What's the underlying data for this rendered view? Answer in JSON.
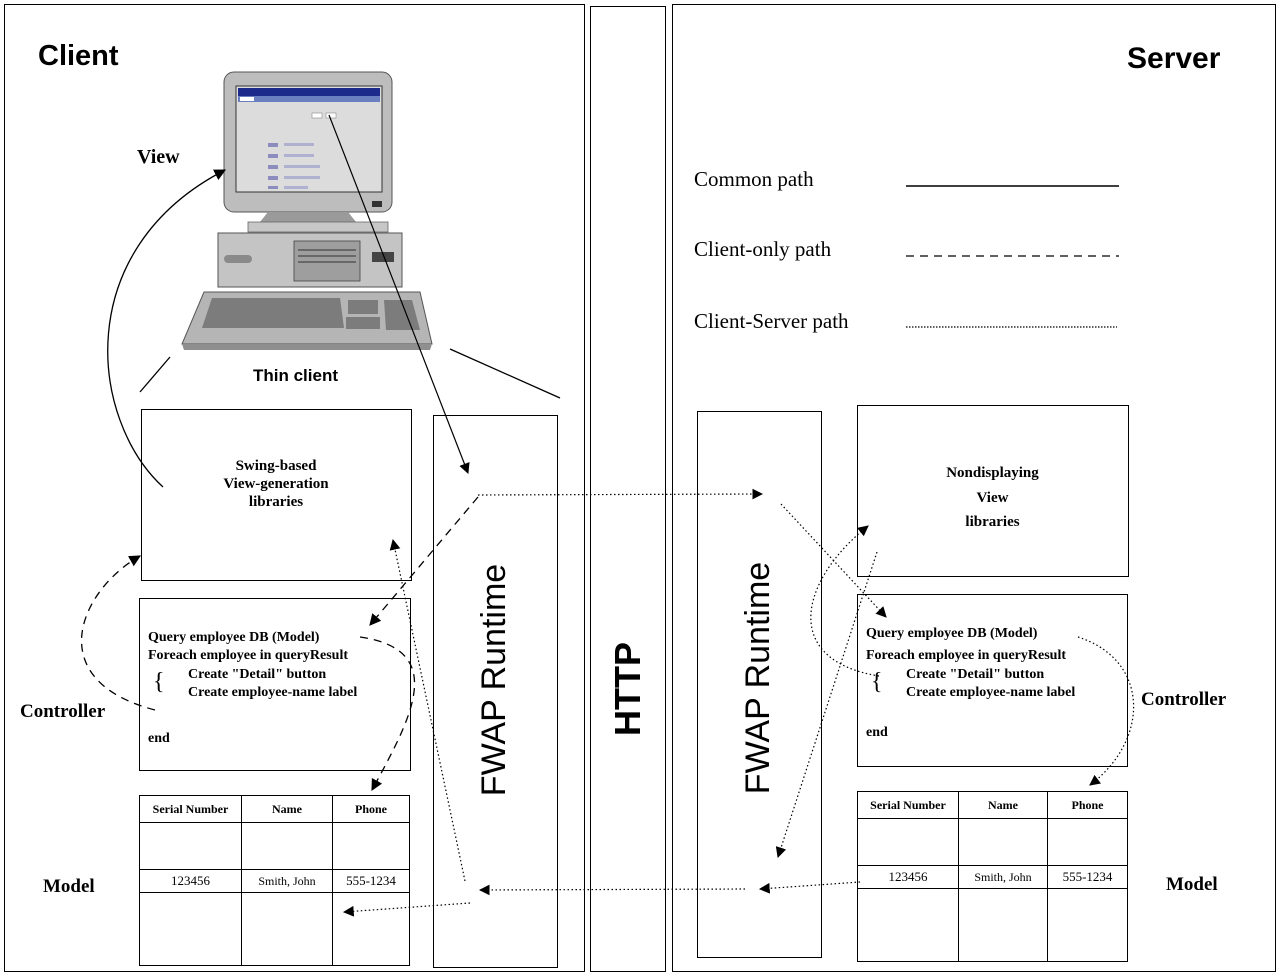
{
  "client": {
    "title": "Client",
    "view_label": "View",
    "thin_client_label": "Thin client",
    "controller_label": "Controller",
    "model_label": "Model",
    "lib_lines": [
      "Swing-based",
      "View-generation",
      "libraries"
    ],
    "runtime_label": "FWAP Runtime"
  },
  "http_label": "HTTP",
  "server": {
    "title": "Server",
    "controller_label": "Controller",
    "model_label": "Model",
    "lib_lines": [
      "Nondisplaying",
      "View",
      "libraries"
    ],
    "runtime_label": "FWAP Runtime"
  },
  "legend": {
    "items": [
      {
        "label": "Common path",
        "style": "solid"
      },
      {
        "label": "Client-only path",
        "style": "dashed"
      },
      {
        "label": "Client-Server path",
        "style": "dotted"
      }
    ]
  },
  "controller_code": {
    "line1": "Query employee DB (Model)",
    "line2": "Foreach employee in queryResult",
    "brace": "{",
    "line3": "Create \"Detail\" button",
    "line4": "Create employee-name label",
    "line5": "end"
  },
  "model_table": {
    "headers": [
      "Serial Number",
      "Name",
      "Phone"
    ],
    "row": [
      "123456",
      "Smith, John",
      "555-1234"
    ]
  }
}
